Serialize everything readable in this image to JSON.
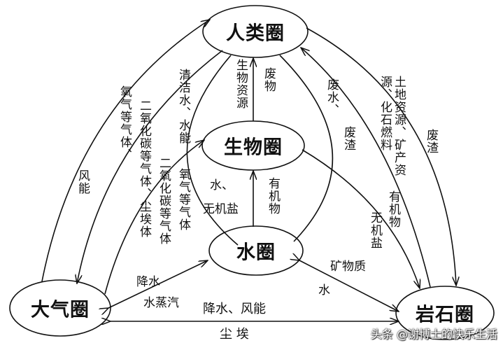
{
  "nodes": {
    "human": "人类圈",
    "bio": "生物圈",
    "water": "水圈",
    "atmos": "大气圈",
    "rock": "岩石圈"
  },
  "labels": {
    "atmos_human_oxygen": "氧气等气体、",
    "atmos_human_wind": "风能",
    "human_atmos_co2_dust": "二氧化碳等气体、尘埃体",
    "human_loop_clean_water": "清洁水、水能",
    "bio_atmos_co2": "二氧化碳等气体",
    "atmos_bio_oxygen": "氧气等气体",
    "bio_to_human": "生物资源",
    "human_to_bio": "废物",
    "water_to_bio": "水、",
    "water_to_bio_2": "无机盐",
    "bio_to_water": "有机物",
    "human_loop_waste1": "废水、",
    "human_loop_waste2": "废渣",
    "rock_to_human": "土地资源、矿产资源、化石燃料",
    "human_to_rock": "废渣",
    "bio_rock_organic": "有机物",
    "bio_rock_inorganic": "无机盐",
    "atmos_water_rain": "降水",
    "atmos_water_vapor": "水蒸汽",
    "rock_water_mineral": "矿物质",
    "rock_water_water": "水",
    "atmos_rock_rain_wind": "降水、风能",
    "rock_atmos_dust": "尘 埃"
  },
  "watermark": "头条 @谢博士的快乐生活"
}
